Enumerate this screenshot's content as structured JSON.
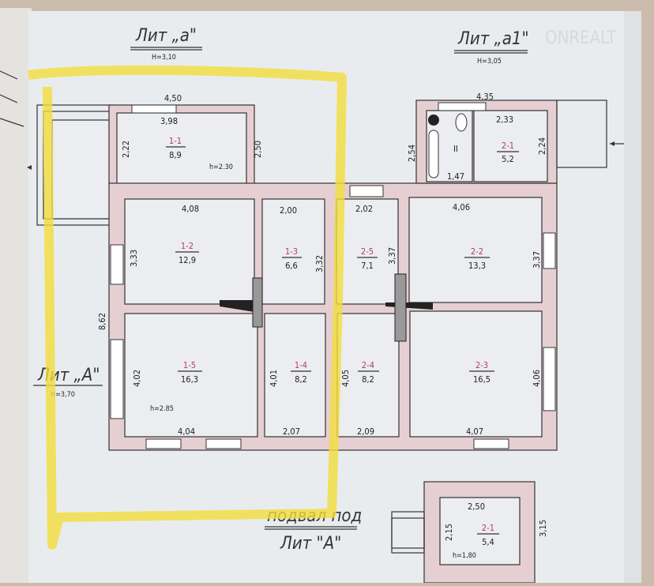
{
  "headers": {
    "lit_a": {
      "title": "Лит „а\"",
      "height": "H=3,10"
    },
    "lit_a1": {
      "title": "Лит „а1\"",
      "height": "H=3,05"
    },
    "lit_A": {
      "title": "Лит „А\"",
      "height": "H=3,70"
    },
    "basement": {
      "line1": "подвал под",
      "line2": "Лит \"А\""
    }
  },
  "watermark": "ONREALT",
  "rooms": [
    {
      "id": "1-1",
      "area": "8,9",
      "ceiling": "h=2.30",
      "dims": [
        "4,50",
        "3,98",
        "2,22",
        "2,50"
      ]
    },
    {
      "id": "1-2",
      "area": "12,9",
      "dims": [
        "4,08",
        "3,33"
      ]
    },
    {
      "id": "1-3",
      "area": "6,6",
      "dims": [
        "2,00",
        "3,32"
      ]
    },
    {
      "id": "2-5",
      "area": "7,1",
      "dims": [
        "2,02",
        "3,37"
      ]
    },
    {
      "id": "2-2",
      "area": "13,3",
      "dims": [
        "4,06",
        "3,37"
      ]
    },
    {
      "id": "1-5",
      "area": "16,3",
      "ceiling": "h=2.85",
      "dims": [
        "4,04",
        "4,02"
      ]
    },
    {
      "id": "1-4",
      "area": "8,2",
      "dims": [
        "2,07",
        "4,01"
      ]
    },
    {
      "id": "2-4",
      "area": "8,2",
      "dims": [
        "2,09",
        "4,05"
      ]
    },
    {
      "id": "2-3",
      "area": "16,5",
      "dims": [
        "4,07",
        "4,06"
      ]
    },
    {
      "id": "2-1",
      "area": "5,2",
      "dims": [
        "4,35",
        "2,33",
        "2,24",
        "2,54",
        "1,47"
      ],
      "bath_label": "II"
    },
    {
      "id": "2-1",
      "area": "5,4",
      "ceiling": "h=1,80",
      "dims": [
        "2,50",
        "2,15",
        "3,15"
      ]
    }
  ],
  "overall": {
    "depth": "8,62"
  },
  "colors": {
    "paper": "#e9ecef",
    "wall": "#e6cfd2",
    "highlight": "#f2dd3c",
    "room_id": "#b04050"
  }
}
